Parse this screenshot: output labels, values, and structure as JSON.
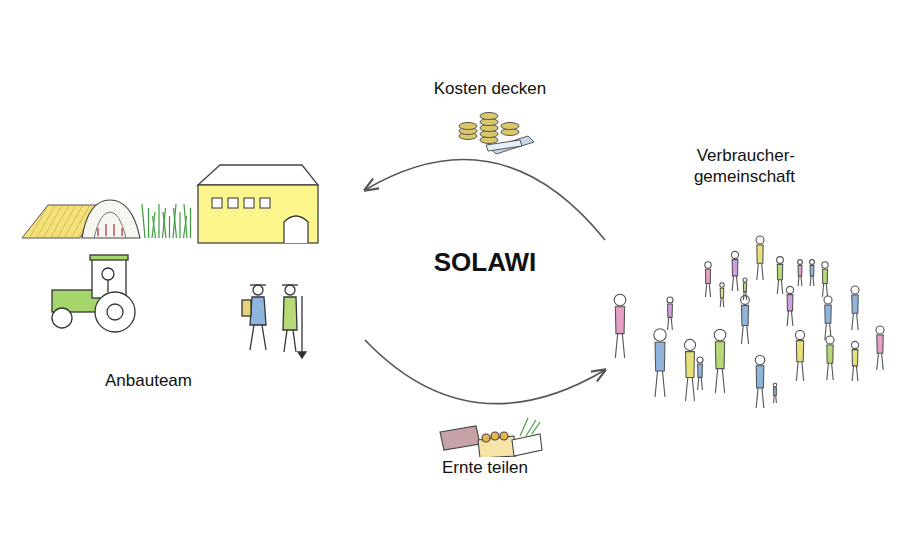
{
  "diagram": {
    "nodes": [
      {
        "text": [
          "Anbauteam"
        ]
      },
      {
        "text": [
          "Verbraucher- gemeinschaft"
        ]
      }
    ],
    "edges": [
      {
        "from": 1,
        "to": 0,
        "arrow": "to",
        "label": "Kosten decken"
      },
      {
        "from": 0,
        "to": 1,
        "arrow": "to",
        "label": "Ernte teilen"
      }
    ],
    "labels": [
      "SOLAWI"
    ]
  }
}
